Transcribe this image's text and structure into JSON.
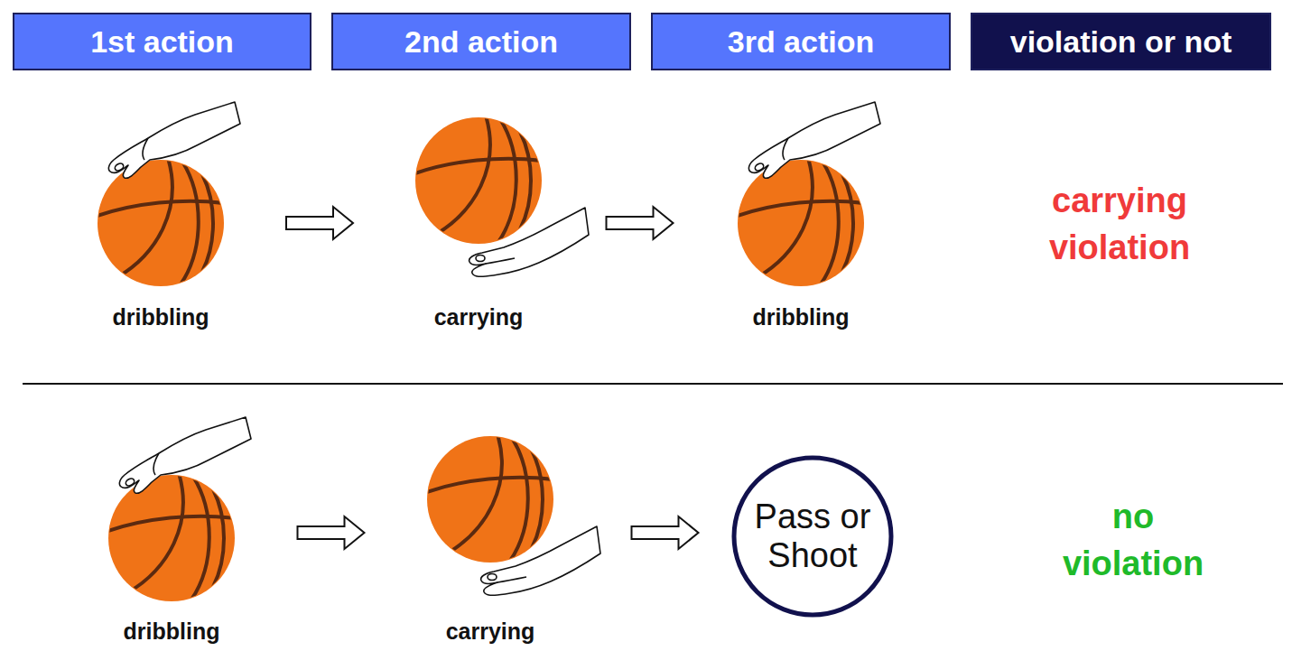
{
  "diagram": {
    "nodes": [
      {
        "text": [
          "1st action"
        ]
      },
      {
        "text": [
          "2nd action"
        ]
      },
      {
        "text": [
          "3rd action"
        ]
      },
      {
        "text": [
          "violation or not"
        ]
      },
      {
        "text": [
          "dribbling"
        ]
      },
      {
        "text": [
          "carrying"
        ]
      },
      {
        "text": [
          "dribbling"
        ]
      },
      {
        "text": [
          "dribbling"
        ]
      },
      {
        "text": [
          "carrying"
        ]
      },
      {
        "text": [
          "Pass or Shoot"
        ]
      }
    ],
    "edges": [
      {
        "from": 4,
        "to": 5,
        "arrow": "to"
      },
      {
        "from": 5,
        "to": 6,
        "arrow": "to"
      },
      {
        "from": 7,
        "to": 8,
        "arrow": "to"
      },
      {
        "from": 8,
        "to": 9,
        "arrow": "to"
      }
    ],
    "labels": [
      "carrying violation",
      "no violation"
    ]
  }
}
